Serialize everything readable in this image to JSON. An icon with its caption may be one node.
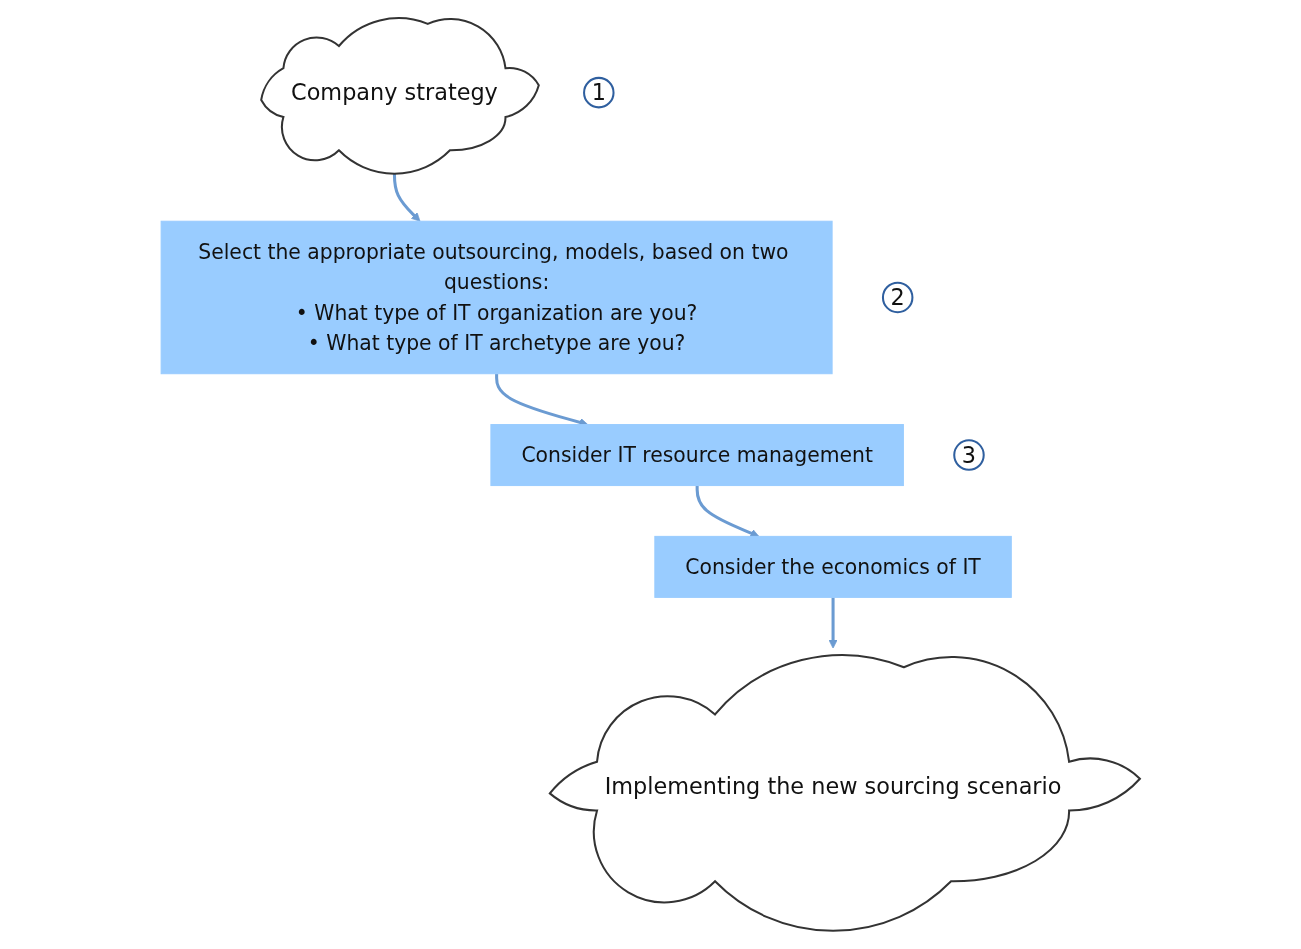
{
  "diagram": {
    "nodes": [
      {
        "text": [
          "Company strategy"
        ]
      },
      {
        "text": [
          "1"
        ]
      },
      {
        "text": [
          "Select the appropriate outsourcing, models, based on two questions:",
          "• What type of IT organization are you?",
          "• What type of IT archetype are you?"
        ]
      },
      {
        "text": [
          "2"
        ]
      },
      {
        "text": [
          "Consider IT resource management"
        ]
      },
      {
        "text": [
          "3"
        ]
      },
      {
        "text": [
          "Consider the economics of IT"
        ]
      },
      {
        "text": [
          "Implementing the new sourcing scenario"
        ]
      }
    ],
    "edges": [
      {
        "from": 0,
        "to": 2,
        "arrow": "to"
      },
      {
        "from": 2,
        "to": 4,
        "arrow": "to"
      },
      {
        "from": 4,
        "to": 6,
        "arrow": "to"
      },
      {
        "from": 6,
        "to": 7,
        "arrow": "to"
      }
    ]
  }
}
